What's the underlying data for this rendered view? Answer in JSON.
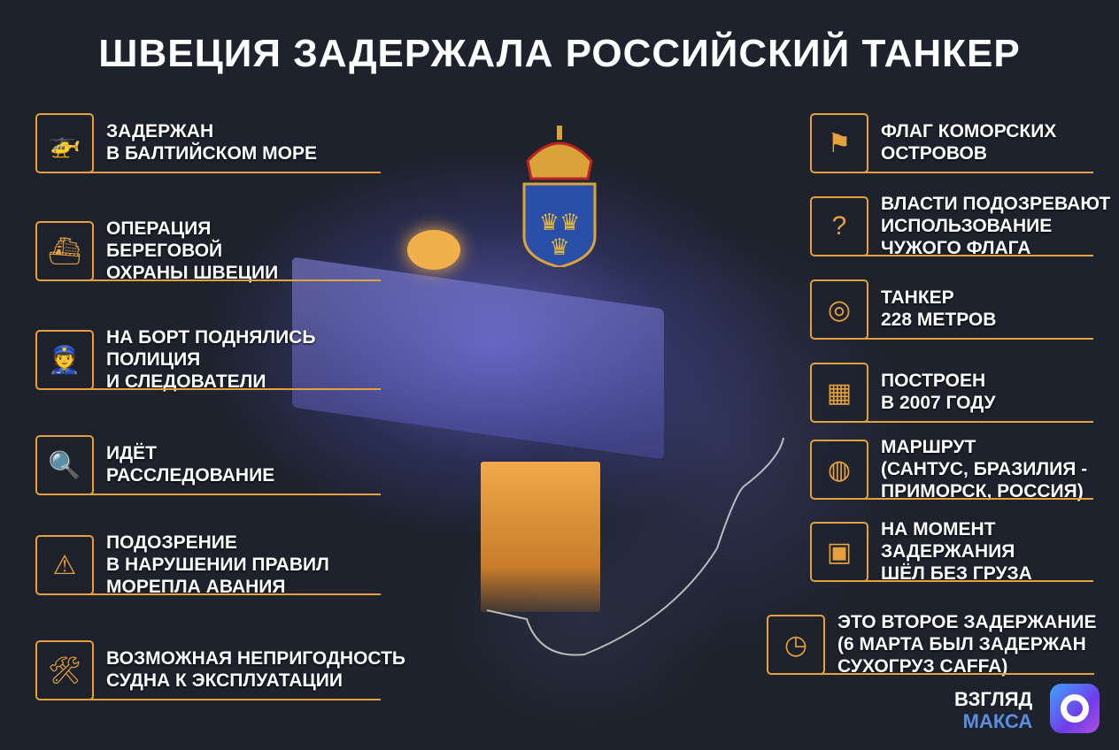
{
  "title": "ШВЕЦИЯ ЗАДЕРЖАЛА РОССИЙСКИЙ ТАНКЕР",
  "left_items": [
    {
      "icon": "helicopter-icon",
      "lines": [
        "ЗАДЕРЖАН",
        "В БАЛТИЙСКОМ МОРЕ"
      ]
    },
    {
      "icon": "ship-icon",
      "lines": [
        "ОПЕРАЦИЯ",
        "БЕРЕГОВОЙ",
        "ОХРАНЫ ШВЕЦИИ"
      ]
    },
    {
      "icon": "police-officer-icon",
      "lines": [
        "НА БОРТ ПОДНЯЛИСЬ",
        "ПОЛИЦИЯ",
        "И СЛЕДОВАТЕЛИ"
      ]
    },
    {
      "icon": "investigation-magnifier-icon",
      "lines": [
        "ИДЁТ",
        "РАССЛЕДОВАНИЕ"
      ]
    },
    {
      "icon": "warning-triangle-icon",
      "lines": [
        "ПОДОЗРЕНИЕ",
        "В НАРУШЕНИИ ПРАВИЛ",
        "МОРЕПЛА АВАНИЯ"
      ]
    },
    {
      "icon": "tools-icon",
      "lines": [
        "ВОЗМОЖНАЯ НЕПРИГОДНОСТЬ",
        "СУДНА К ЭКСПЛУАТАЦИИ"
      ]
    }
  ],
  "right_items": [
    {
      "icon": "flag-icon",
      "lines": [
        "ФЛАГ КОМОРСКИХ",
        "ОСТРОВОВ"
      ]
    },
    {
      "icon": "person-question-icon",
      "lines": [
        "ВЛАСТИ ПОДОЗРЕВАЮТ",
        "ИСПОЛЬЗОВАНИЕ",
        "ЧУЖОГО ФЛАГА"
      ]
    },
    {
      "icon": "tape-measure-icon",
      "lines": [
        "ТАНКЕР",
        "228 МЕТРОВ"
      ]
    },
    {
      "icon": "calendar-icon",
      "lines": [
        "ПОСТРОЕН",
        "В 2007 ГОДУ"
      ]
    },
    {
      "icon": "globe-icon",
      "lines": [
        "МАРШРУТ",
        "(САНТУС, БРАЗИЛИЯ -",
        "ПРИМОРСК, РОССИЯ)"
      ]
    },
    {
      "icon": "box-icon",
      "lines": [
        "НА МОМЕНТ",
        "ЗАДЕРЖАНИЯ",
        "ШЁЛ БЕЗ ГРУЗА"
      ]
    },
    {
      "icon": "calendar-clock-icon",
      "lines": [
        "ЭТО ВТОРОЕ ЗАДЕРЖАНИЕ",
        "(6 МАРТА БЫЛ ЗАДЕРЖАН",
        "СУХОГРУЗ CAFFA)"
      ]
    }
  ],
  "logo": {
    "line1": "ВЗГЛЯД",
    "line2": "МАКСА"
  },
  "colors": {
    "accent": "#e4a13c",
    "background": "#1d222c",
    "logo_blue": "#5b8de0"
  }
}
